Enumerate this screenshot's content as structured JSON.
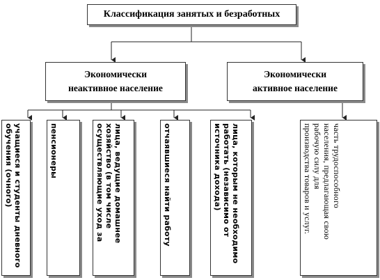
{
  "title": "Классификация занятых и безработных",
  "categories": {
    "inactive": [
      "Экономически",
      "неактивное население"
    ],
    "active": [
      "Экономически",
      "активное население"
    ]
  },
  "columns": {
    "students": [
      "учащиеся и студенты дневного",
      "обучения (очного)"
    ],
    "pensioners": [
      "пенсионеры"
    ],
    "household": [
      "лица, ведущие домашнее",
      "хозяйство (в том числе",
      "осуществляющие уход за"
    ],
    "stopped": [
      "отчаявшиеся найти работу"
    ],
    "noneed": [
      "лица, которым не необходимо",
      "работать (независимо от",
      "источника дохода)"
    ],
    "active": [
      "часть трудоспособного",
      "населения, предлагающая свою",
      "рабочую силу для",
      "производства товаров и услуг."
    ]
  }
}
